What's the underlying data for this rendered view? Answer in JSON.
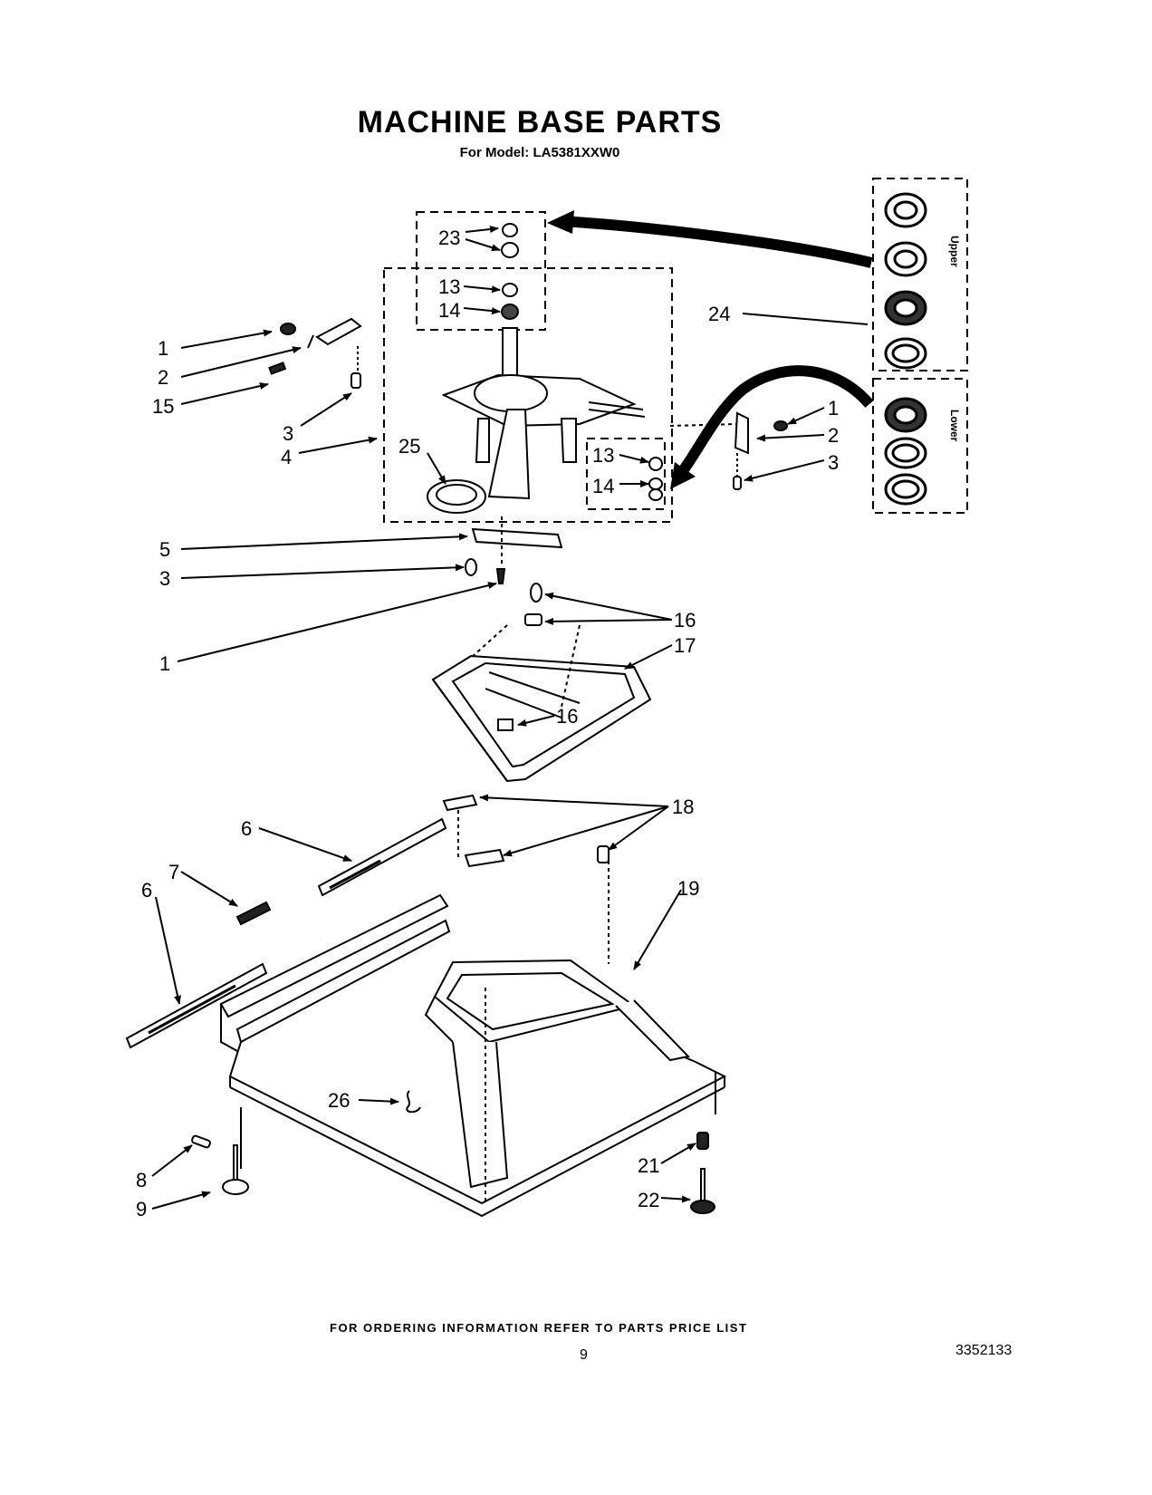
{
  "header": {
    "title": "MACHINE BASE PARTS",
    "subtitle": "For Model: LA5381XXW0"
  },
  "callouts": {
    "c1a": "1",
    "c2a": "2",
    "c15": "15",
    "c3a": "3",
    "c4": "4",
    "c25": "25",
    "c23": "23",
    "c13a": "13",
    "c14a": "14",
    "c24": "24",
    "c1b": "1",
    "c2b": "2",
    "c3b": "3",
    "c13b": "13",
    "c14b": "14",
    "c5": "5",
    "c3c": "3",
    "c1c": "1",
    "c16a": "16",
    "c17": "17",
    "c16b": "16",
    "c18": "18",
    "c6a": "6",
    "c7": "7",
    "c6b": "6",
    "c19": "19",
    "c26": "26",
    "c8": "8",
    "c9": "9",
    "c21": "21",
    "c22": "22"
  },
  "bearing_kit_labels": {
    "upper": "Upper",
    "lower": "Lower"
  },
  "footer": {
    "ordering_note": "FOR ORDERING INFORMATION REFER TO PARTS PRICE LIST",
    "page_number": "9",
    "document_number": "3352133"
  }
}
